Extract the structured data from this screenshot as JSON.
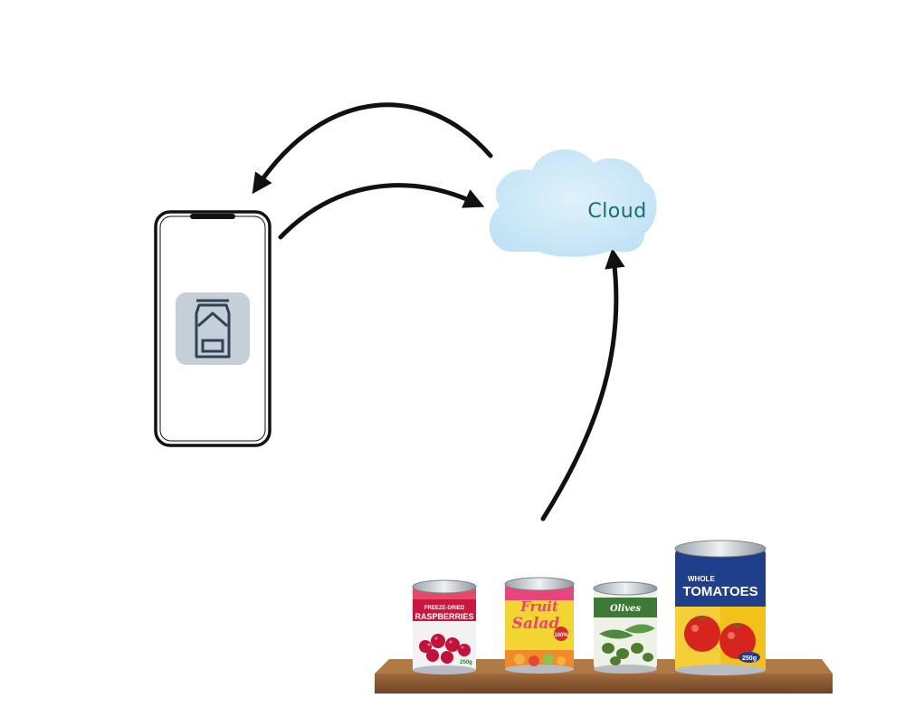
{
  "cloud": {
    "label": "Cloud"
  },
  "cans": [
    {
      "name": "raspberries",
      "line1": "FREEZE-DRIED",
      "line2": "RASPBERRIES",
      "weight": "250g"
    },
    {
      "name": "fruit-salad",
      "line1": "Fruit",
      "line2": "Salad",
      "badge": "100%"
    },
    {
      "name": "olives",
      "line1": "Olives"
    },
    {
      "name": "tomatoes",
      "line1": "WHOLE",
      "line2": "TOMATOES",
      "weight": "250g"
    }
  ],
  "colors": {
    "cloud": "#c9e7f7",
    "cloud_text": "#1a6f6a",
    "arrow": "#111111",
    "shelf": "#8a5a32",
    "app_icon_bg": "#c5cfd8",
    "app_icon_stroke": "#2f4256"
  },
  "icons": [
    "phone-icon",
    "pantry-app-icon",
    "cloud-icon",
    "can-icon"
  ]
}
